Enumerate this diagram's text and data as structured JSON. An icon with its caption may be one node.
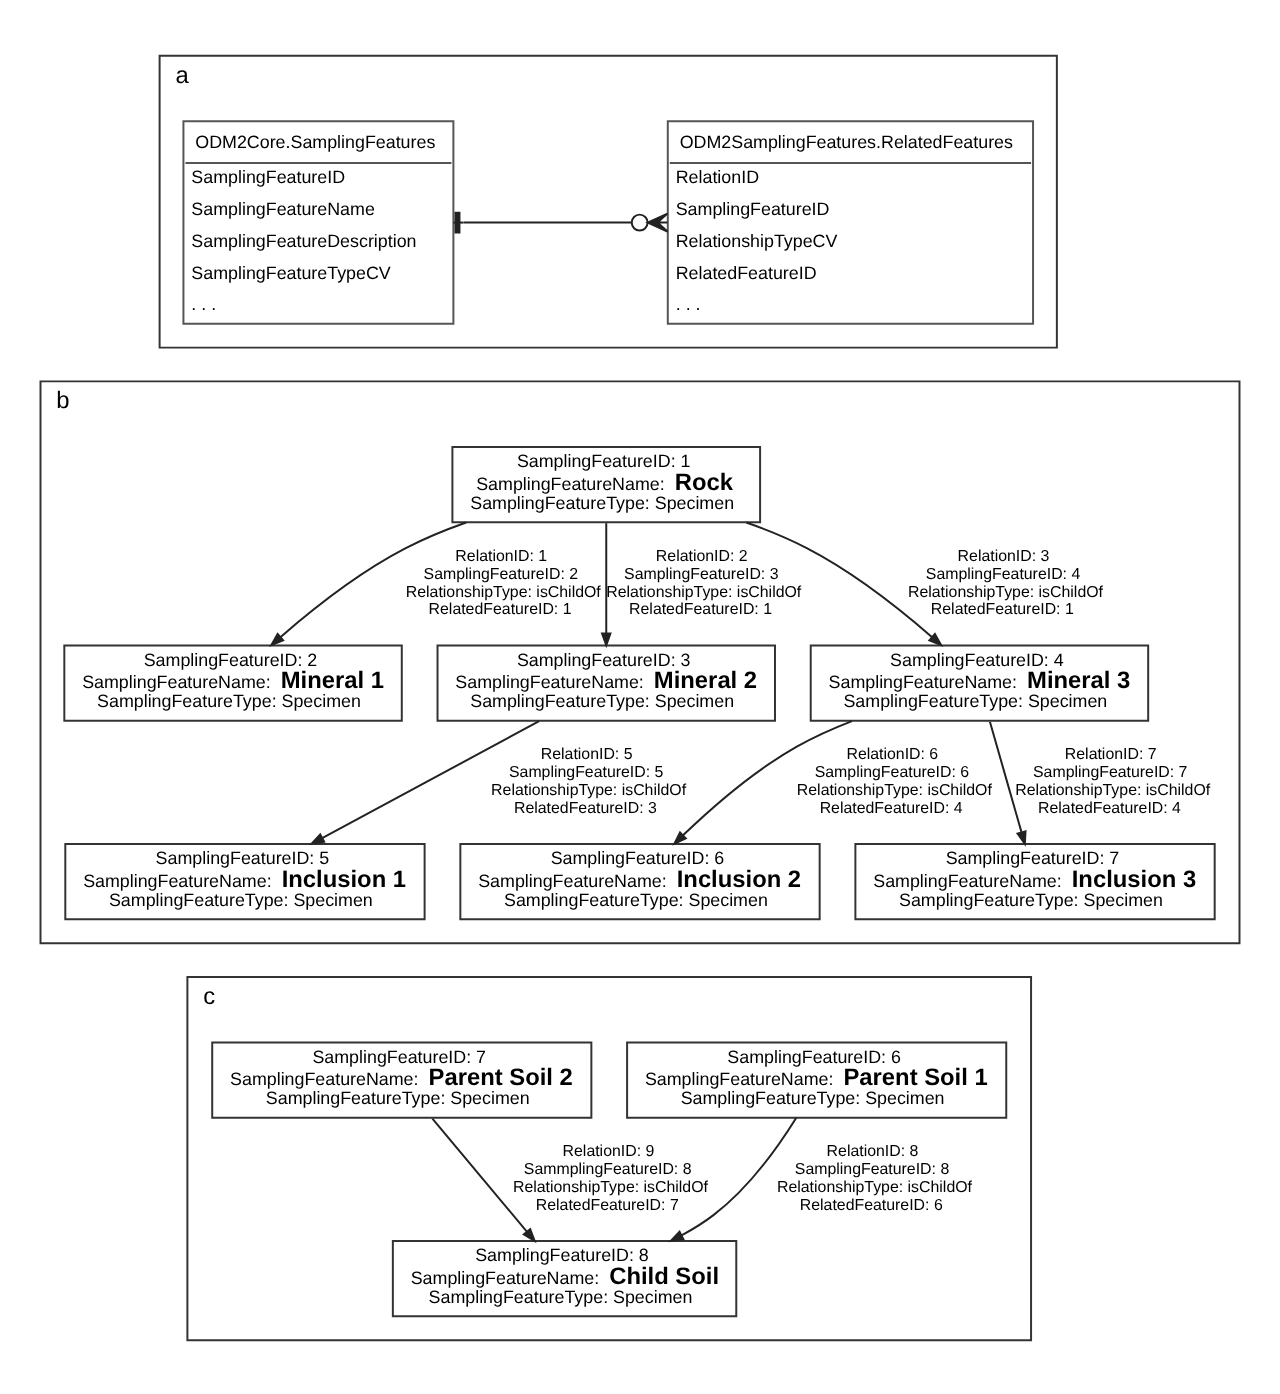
{
  "diagram": {
    "nodes": [
      {
        "text": [
          "a"
        ]
      },
      {
        "text": [
          "ODM2Core.SamplingFeatures",
          "SamplingFeatureID",
          "SamplingFeatureName",
          "SamplingFeatureDescription",
          "SamplingFeatureTypeCV",
          ". . ."
        ],
        "in": 0
      },
      {
        "text": [
          "ODM2SamplingFeatures.RelatedFeatures",
          "RelationID",
          "SamplingFeatureID",
          "RelationshipTypeCV",
          "RelatedFeatureID",
          ". . ."
        ],
        "in": 0
      },
      {
        "text": [
          "b"
        ]
      },
      {
        "text": [
          "SamplingFeatureID: 1",
          "SamplingFeatureName: **Rock**",
          "SamplingFeatureType: Specimen"
        ],
        "in": 3
      },
      {
        "text": [
          "SamplingFeatureID: 2",
          "SamplingFeatureName: **Mineral 1**",
          "SamplingFeatureType: Specimen"
        ],
        "in": 3
      },
      {
        "text": [
          "SamplingFeatureID: 3",
          "SamplingFeatureName: **Mineral 2**",
          "SamplingFeatureType: Specimen"
        ],
        "in": 3
      },
      {
        "text": [
          "SamplingFeatureID: 4",
          "SamplingFeatureName: **Mineral 3**",
          "SamplingFeatureType: Specimen"
        ],
        "in": 3
      },
      {
        "text": [
          "SamplingFeatureID: 5",
          "SamplingFeatureName: **Inclusion 1**",
          "SamplingFeatureType: Specimen"
        ],
        "in": 3
      },
      {
        "text": [
          "SamplingFeatureID: 6",
          "SamplingFeatureName: **Inclusion 2**",
          "SamplingFeatureType: Specimen"
        ],
        "in": 3
      },
      {
        "text": [
          "SamplingFeatureID: 7",
          "SamplingFeatureName: **Inclusion 3**",
          "SamplingFeatureType: Specimen"
        ],
        "in": 3
      },
      {
        "text": [
          "c"
        ]
      },
      {
        "text": [
          "SamplingFeatureID: 6",
          "SamplingFeatureName: **Parent Soil 1**",
          "SamplingFeatureType: Specimen"
        ],
        "in": 11
      },
      {
        "text": [
          "SamplingFeatureID: 7",
          "SamplingFeatureName: **Parent Soil 2**",
          "SamplingFeatureType: Specimen"
        ],
        "in": 11
      },
      {
        "text": [
          "SamplingFeatureID: 8",
          "SamplingFeatureName: **Child Soil**",
          "SamplingFeatureType: Specimen"
        ],
        "in": 11
      }
    ],
    "edges": [
      {
        "from": 1,
        "to": 2,
        "arrow": "other"
      },
      {
        "from": 4,
        "to": 5,
        "arrow": "to",
        "label": "RelationID: 1 SamplingFeatureID: 2 RelationshipType: isChildOf RelatedFeatureID: 1"
      },
      {
        "from": 4,
        "to": 6,
        "arrow": "to",
        "label": "RelationID: 2 SamplingFeatureID: 3 RelationshipType: isChildOf RelatedFeatureID: 1"
      },
      {
        "from": 4,
        "to": 7,
        "arrow": "to",
        "label": "RelationID: 3 SamplingFeatureID: 4 RelationshipType: isChildOf RelatedFeatureID: 1"
      },
      {
        "from": 6,
        "to": 8,
        "arrow": "to",
        "label": "RelationID: 5 SamplingFeatureID: 5 RelationshipType: isChildOf RelatedFeatureID: 3"
      },
      {
        "from": 7,
        "to": 9,
        "arrow": "to",
        "label": "RelationID: 6 SamplingFeatureID: 6 RelationshipType: isChildOf RelatedFeatureID: 4"
      },
      {
        "from": 7,
        "to": 10,
        "arrow": "to",
        "label": "RelationID: 7 SamplingFeatureID: 7 RelationshipType: isChildOf RelatedFeatureID: 4"
      },
      {
        "from": 12,
        "to": 14,
        "arrow": "to",
        "label": "RelationID: 8 SamplingFeatureID: 8 RelationshipType: isChildOf RelatedFeatureID: 6"
      },
      {
        "from": 13,
        "to": 14,
        "arrow": "to",
        "label": "RelationID: 9 SammplingFeatureID: 8 RelationshipType: isChildOf RelatedFeatureID: 7"
      }
    ]
  }
}
